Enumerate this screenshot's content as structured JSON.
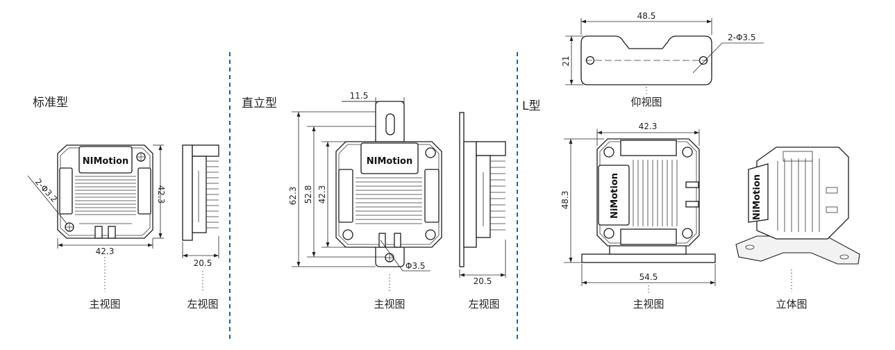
{
  "sections": {
    "standard": {
      "title": "标准型",
      "front": {
        "caption": "主视图",
        "logo": "NIMotion",
        "width_dim": "42.3",
        "height_dim": "42.3",
        "hole_dim": "2-Φ3.2"
      },
      "left": {
        "caption": "左视图",
        "depth_dim": "20.5"
      }
    },
    "vertical": {
      "title": "直立型",
      "front": {
        "caption": "主视图",
        "logo": "NIMotion",
        "top_dim": "11.5",
        "height_total": "62.3",
        "height_mid": "52.8",
        "height_body": "42.3",
        "hole_dim": "Φ3.5"
      },
      "left": {
        "caption": "左视图",
        "depth_dim": "20.5"
      }
    },
    "l_type": {
      "title": "L型",
      "bottom": {
        "caption": "仰视图",
        "width_dim": "48.5",
        "height_dim": "21",
        "hole_dim": "2-Φ3.5"
      },
      "front": {
        "caption": "主视图",
        "logo": "NiMotion",
        "width_dim": "42.3",
        "height_dim": "48.3",
        "base_dim": "54.5"
      },
      "iso": {
        "caption": "立体图",
        "logo": "NiMotion"
      }
    }
  }
}
